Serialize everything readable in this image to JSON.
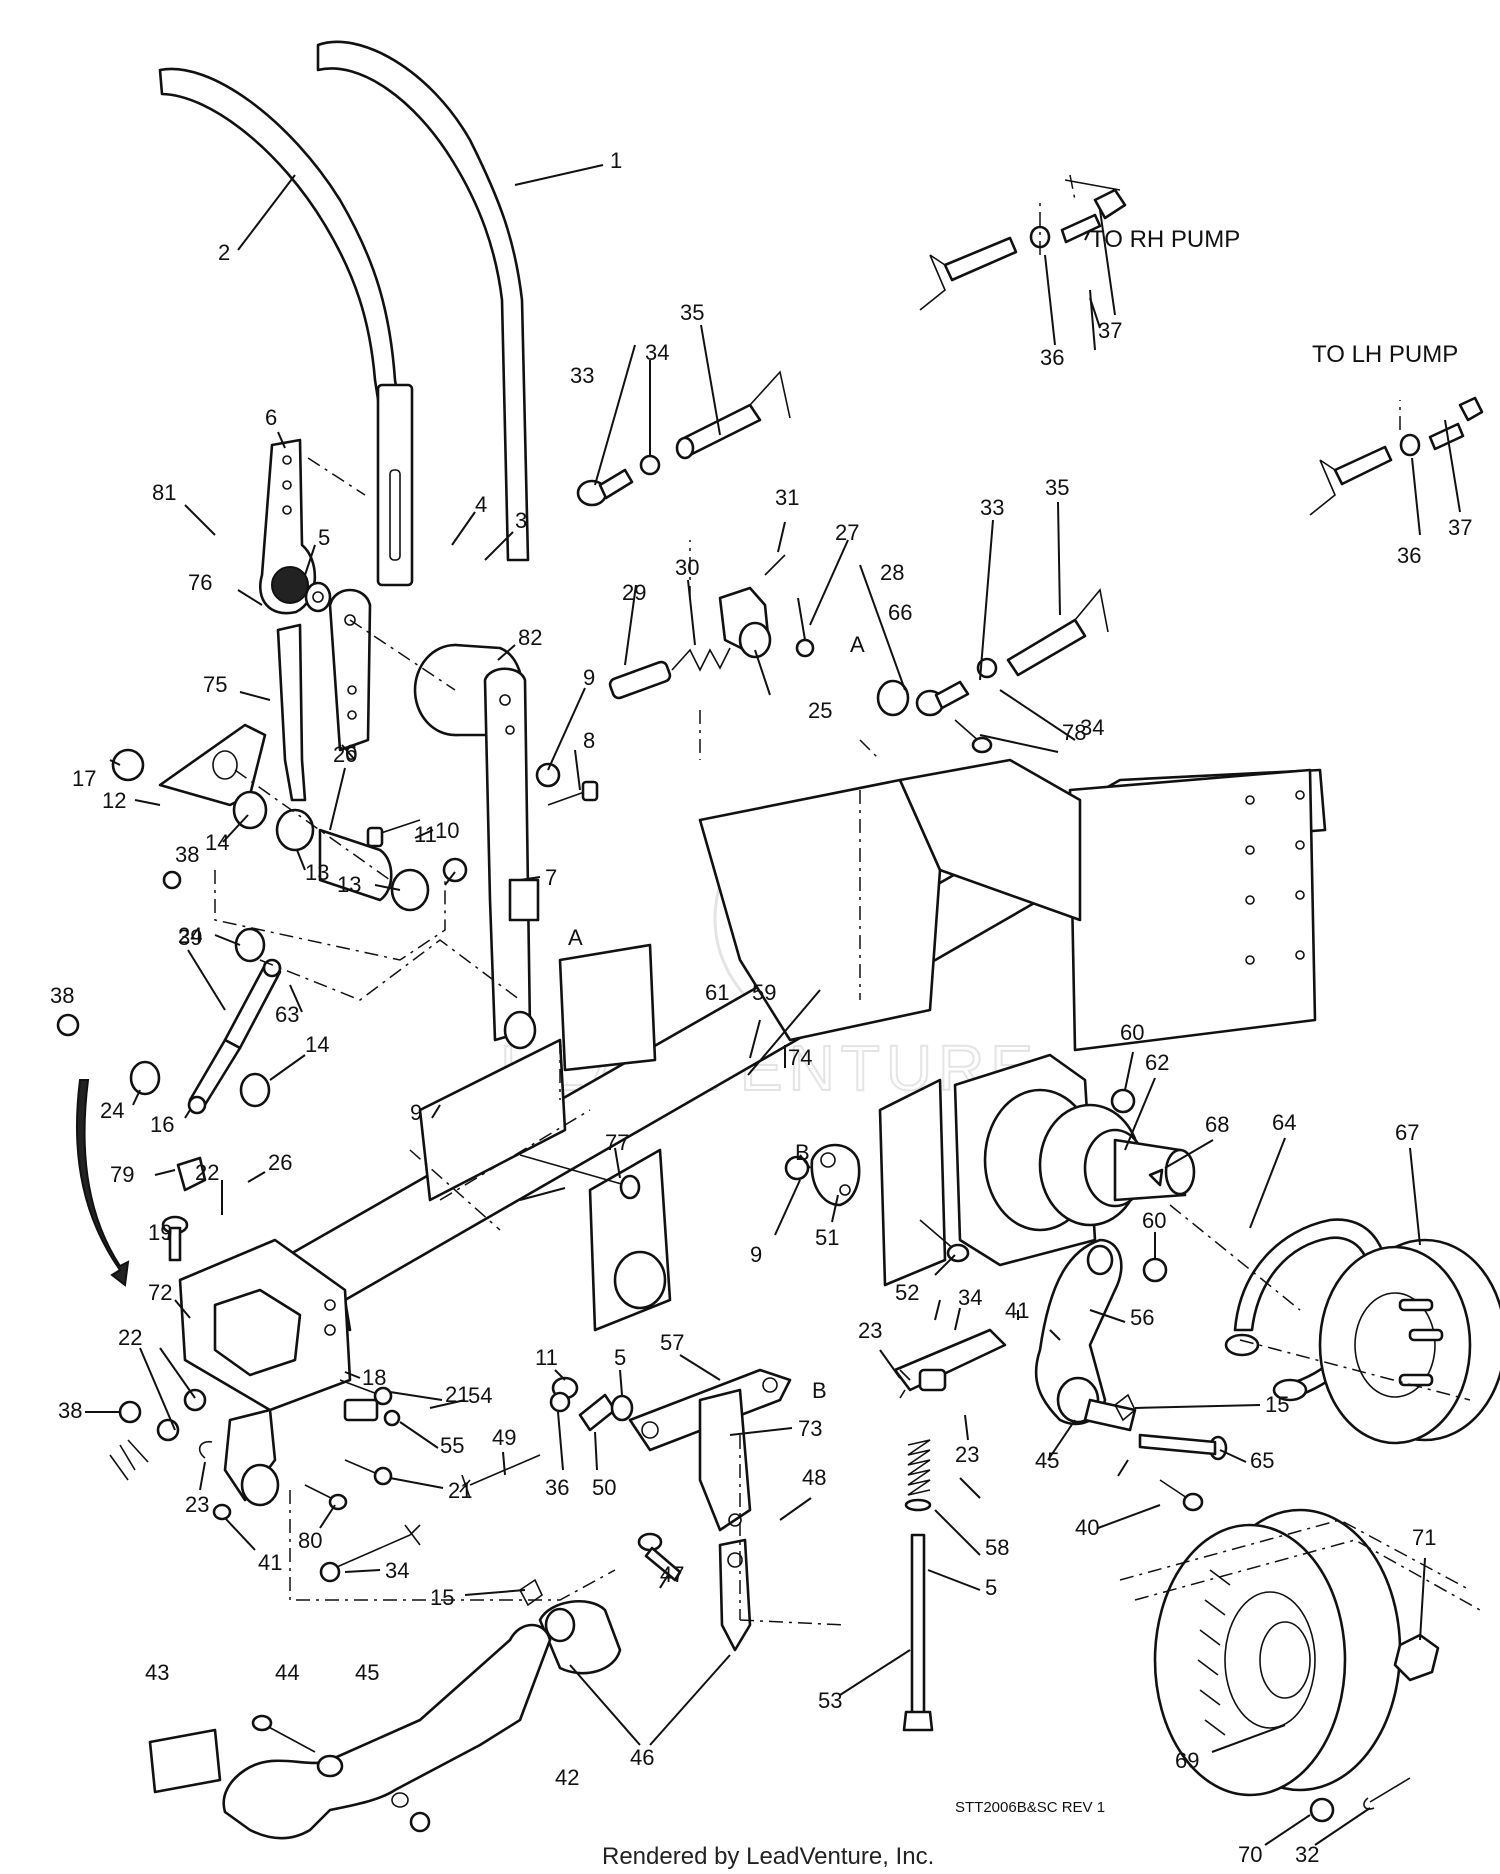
{
  "callouts": [
    "1",
    "2",
    "3",
    "4",
    "5",
    "6",
    "81",
    "76",
    "75",
    "82",
    "9",
    "8",
    "6",
    "17",
    "12",
    "20",
    "10",
    "11",
    "7",
    "A",
    "14",
    "13",
    "13",
    "38",
    "24",
    "63",
    "39",
    "38",
    "24",
    "16",
    "14",
    "9",
    "22",
    "26",
    "79",
    "19",
    "77",
    "72",
    "18",
    "21",
    "54",
    "55",
    "22",
    "38",
    "23",
    "41",
    "80",
    "21",
    "11",
    "5",
    "36",
    "50",
    "49",
    "34",
    "33",
    "34",
    "35",
    "31",
    "27",
    "28",
    "30",
    "29",
    "25",
    "A",
    "66",
    "33",
    "35",
    "34",
    "78",
    "36",
    "37",
    "36",
    "37",
    "61",
    "59",
    "74",
    "60",
    "62",
    "68",
    "64",
    "67",
    "B",
    "9",
    "51",
    "52",
    "60",
    "41",
    "34",
    "56",
    "57",
    "B",
    "73",
    "23",
    "23",
    "15",
    "65",
    "45",
    "40",
    "58",
    "5",
    "48",
    "47",
    "15",
    "46",
    "53",
    "43",
    "44",
    "45",
    "42",
    "69",
    "71",
    "70",
    "32"
  ],
  "notes": {
    "rh_pump": "TO RH PUMP",
    "lh_pump": "TO LH PUMP",
    "ref_code": "STT2006B&SC REV 1",
    "footer": "Rendered by LeadVenture, Inc.",
    "watermark": "LEADVENTURE"
  },
  "colors": {
    "ink": "#111111",
    "paper": "#ffffff",
    "watermark": "#e4e4e4"
  }
}
